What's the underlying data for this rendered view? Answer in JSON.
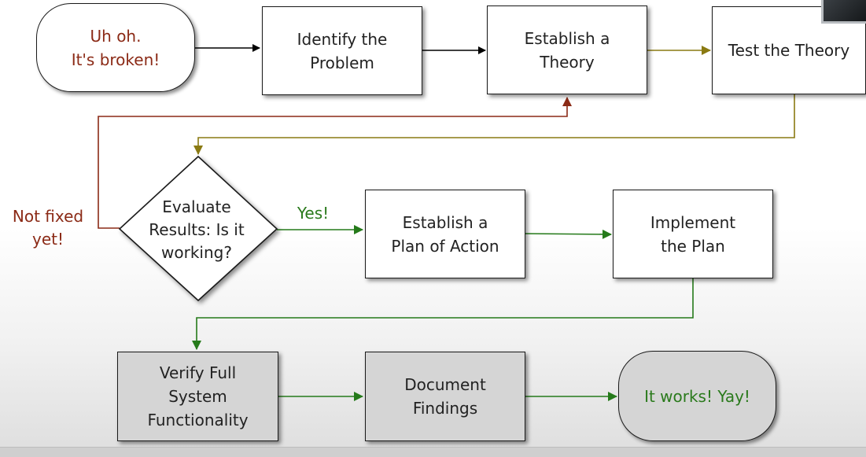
{
  "diagram": {
    "nodes": {
      "start": "Uh oh.\nIt's broken!",
      "identify": "Identify the\nProblem",
      "theory": "Establish a\nTheory",
      "test": "Test the Theory",
      "evaluate": "Evaluate\nResults: Is it\nworking?",
      "plan": "Establish a\nPlan of Action",
      "implement": "Implement\nthe Plan",
      "verify": "Verify Full\nSystem\nFunctionality",
      "document": "Document\nFindings",
      "end": "It works! Yay!"
    },
    "labels": {
      "not_fixed": "Not fixed\nyet!",
      "yes": "Yes!"
    },
    "colors": {
      "black_arrow": "#000000",
      "olive_arrow": "#8a7a12",
      "red_arrow": "#8b2a16",
      "green_arrow": "#257a1a"
    }
  }
}
